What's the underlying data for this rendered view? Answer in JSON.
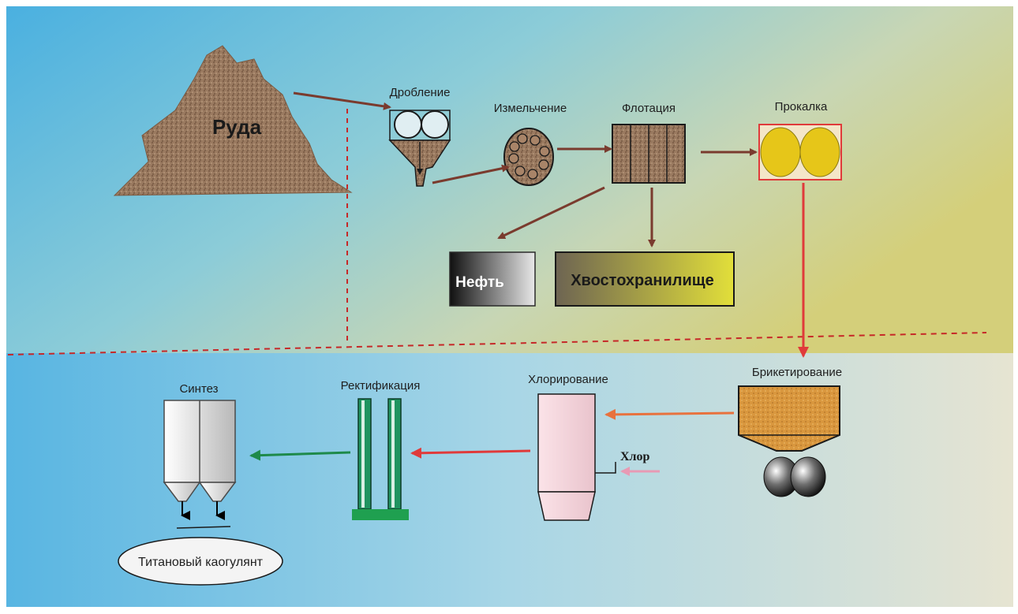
{
  "labels": {
    "ore": "Руда",
    "crushing": "Дробление",
    "grinding": "Измельчение",
    "flotation": "Флотация",
    "roasting": "Прокалка",
    "oil": "Нефть",
    "tailings": "Хвостохранилище",
    "briquetting": "Брикетирование",
    "chlorination": "Хлорирование",
    "chlorine": "Хлор",
    "rectification": "Ректификация",
    "synthesis": "Синтез",
    "product": "Титановый каогулянт"
  },
  "colors": {
    "arrow_brown": "#7a3b2e",
    "arrow_red": "#e03a3a",
    "arrow_orange": "#e8723e",
    "arrow_green": "#1e8a4a",
    "arrow_pink": "#e89ab4",
    "dashed_line": "#c62828",
    "ore": "#a98868",
    "roasting_fill": "#e6c619",
    "tailings_fill": "#d9d63c",
    "briquette_fill": "#d6963c",
    "column_fill": "#1f9460"
  }
}
